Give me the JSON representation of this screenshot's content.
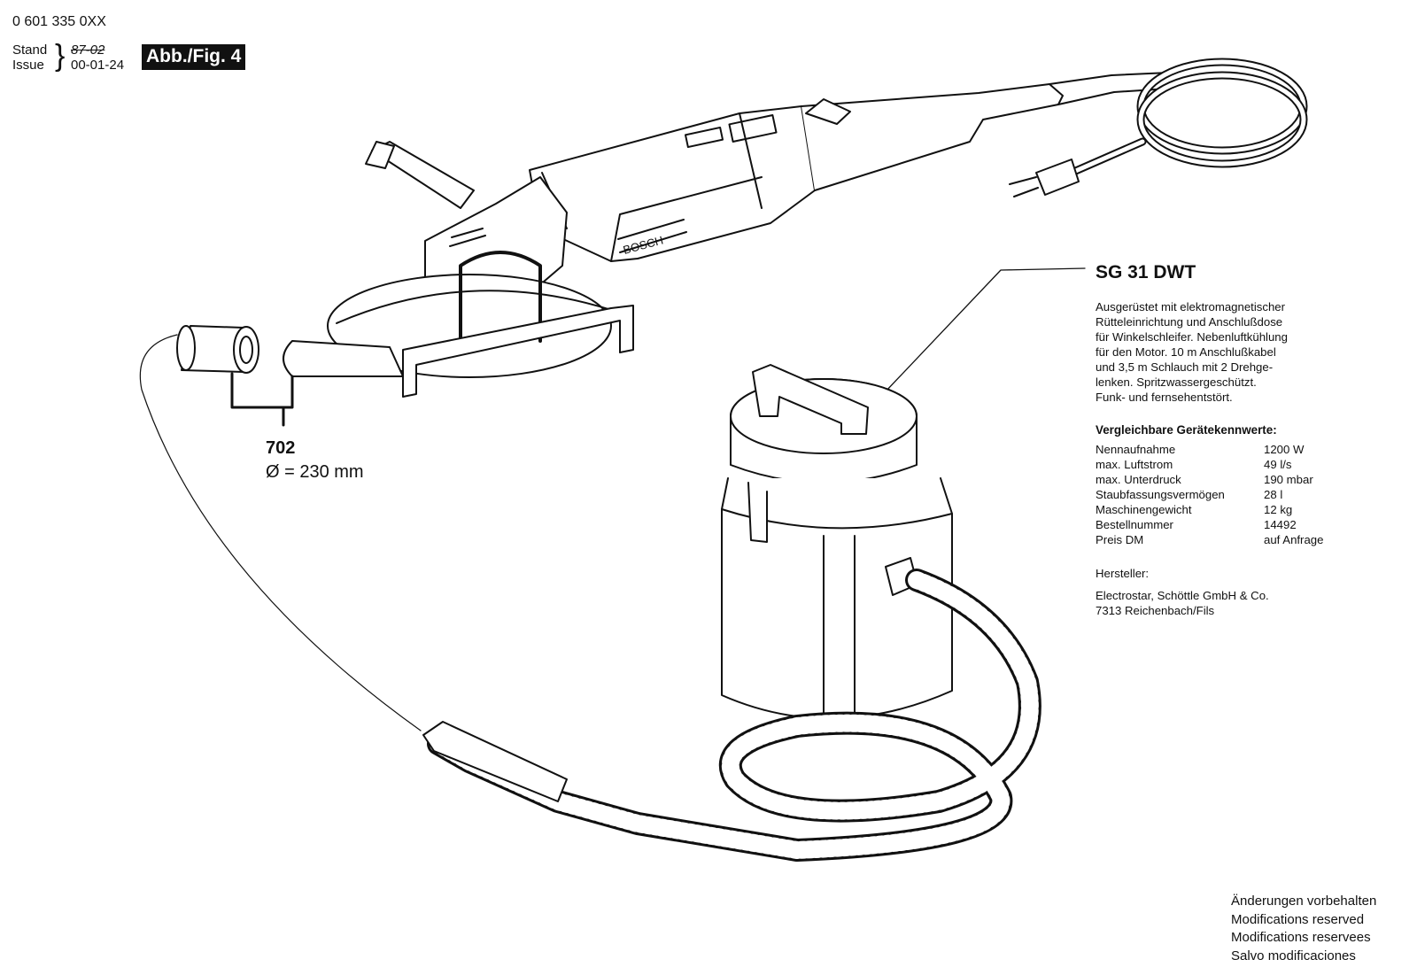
{
  "header": {
    "part_number": "0 601 335 0XX",
    "stand_label": "Stand",
    "issue_label": "Issue",
    "old_date": "87-02",
    "issue_date": "00-01-24",
    "figure_badge": "Abb./Fig. 4"
  },
  "drawing": {
    "brand_on_tool": "BOSCH"
  },
  "part_callout": {
    "number": "702",
    "diameter": "Ø = 230 mm"
  },
  "product": {
    "title": "SG 31 DWT",
    "description": [
      "Ausgerüstet mit elektromagnetischer",
      "Rütteleinrichtung und Anschlußdose",
      "für Winkelschleifer. Nebenluftkühlung",
      "für den Motor. 10 m Anschlußkabel",
      "und 3,5 m Schlauch mit 2 Drehge-",
      "lenken. Spritzwassergeschützt.",
      "Funk- und fernsehentstört."
    ],
    "specs_title": "Vergleichbare Gerätekennwerte:",
    "specs": [
      {
        "label": "Nennaufnahme",
        "value": "1200 W"
      },
      {
        "label": "max. Luftstrom",
        "value": "49 l/s"
      },
      {
        "label": "max. Unterdruck",
        "value": "190 mbar"
      },
      {
        "label": "Staubfassungsvermögen",
        "value": "28 l"
      },
      {
        "label": "Maschinengewicht",
        "value": "12 kg"
      },
      {
        "label": "Bestellnummer",
        "value": "14492"
      },
      {
        "label": "Preis DM",
        "value": "auf Anfrage"
      }
    ],
    "manufacturer_label": "Hersteller:",
    "manufacturer_lines": [
      "Electrostar, Schöttle GmbH & Co.",
      "7313 Reichenbach/Fils"
    ]
  },
  "footer": {
    "notice_lines": [
      "Änderungen vorbehalten",
      "Modifications reserved",
      "Modifications reservees",
      "Salvo modificaciones"
    ]
  }
}
